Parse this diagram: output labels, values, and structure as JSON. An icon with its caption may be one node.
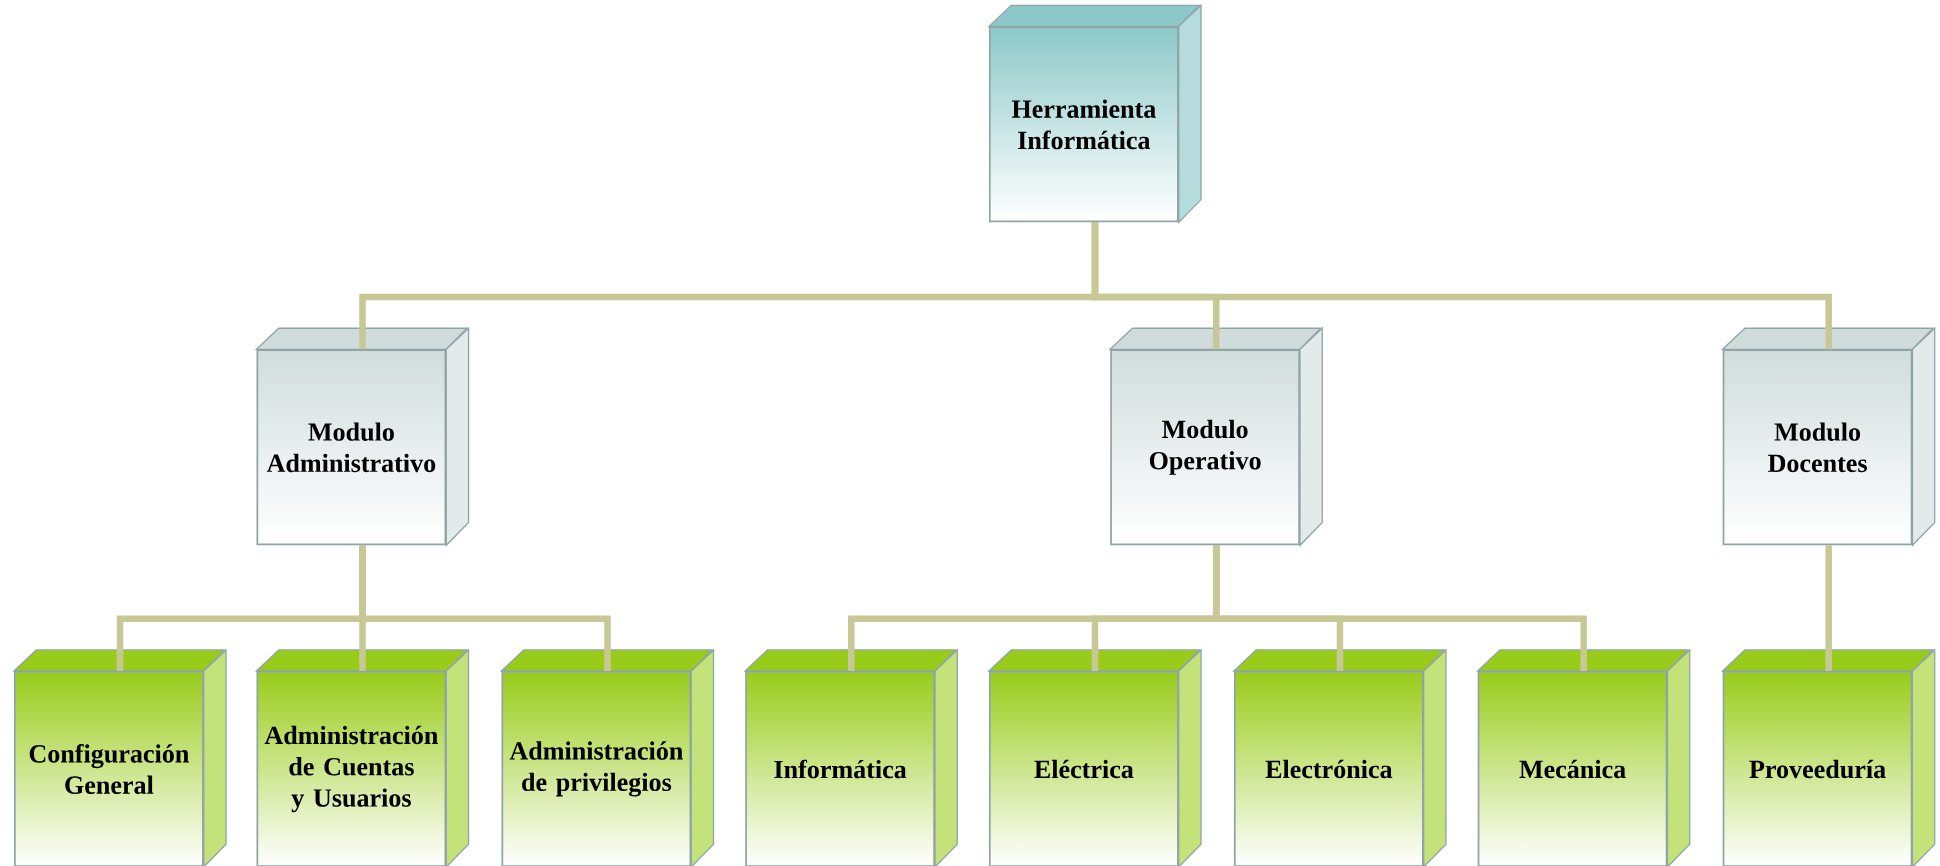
{
  "diagram": {
    "nodes": [
      {
        "text": [
          "Herramienta Informática"
        ]
      },
      {
        "text": [
          "Modulo Administrativo"
        ]
      },
      {
        "text": [
          "Modulo Operativo"
        ]
      },
      {
        "text": [
          "Modulo Docentes"
        ]
      },
      {
        "text": [
          "Configuración General"
        ]
      },
      {
        "text": [
          "Administración de Cuentas y Usuarios"
        ]
      },
      {
        "text": [
          "Administración de privilegios"
        ]
      },
      {
        "text": [
          "Informática"
        ]
      },
      {
        "text": [
          "Eléctrica"
        ]
      },
      {
        "text": [
          "Electrónica"
        ]
      },
      {
        "text": [
          "Mecánica"
        ]
      },
      {
        "text": [
          "Proveeduría"
        ]
      }
    ],
    "edges": [
      {
        "from": 0,
        "to": 1,
        "arrow": "none"
      },
      {
        "from": 0,
        "to": 2,
        "arrow": "none"
      },
      {
        "from": 0,
        "to": 3,
        "arrow": "none"
      },
      {
        "from": 1,
        "to": 4,
        "arrow": "none"
      },
      {
        "from": 1,
        "to": 5,
        "arrow": "none"
      },
      {
        "from": 1,
        "to": 6,
        "arrow": "none"
      },
      {
        "from": 2,
        "to": 7,
        "arrow": "none"
      },
      {
        "from": 2,
        "to": 8,
        "arrow": "none"
      },
      {
        "from": 2,
        "to": 9,
        "arrow": "none"
      },
      {
        "from": 2,
        "to": 10,
        "arrow": "none"
      },
      {
        "from": 3,
        "to": 11,
        "arrow": "none"
      }
    ]
  }
}
